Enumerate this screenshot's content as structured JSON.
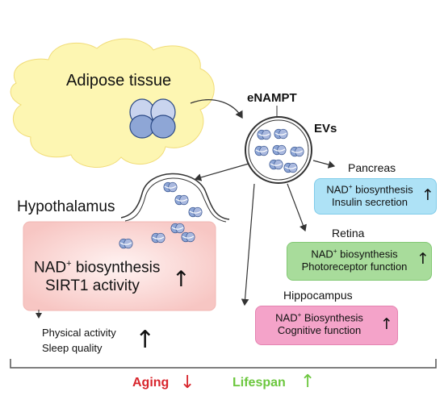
{
  "adipose": {
    "label": "Adipose tissue"
  },
  "enampt": {
    "label": "eNAMPT"
  },
  "evs": {
    "label": "EVs"
  },
  "hypothalamus": {
    "label": "Hypothalamus",
    "line1": "NAD",
    "line1_sup": "+",
    "line1_rest": " biosynthesis",
    "line2": "SIRT1 activity"
  },
  "downstream": {
    "line1": "Physical activity",
    "line2": "Sleep quality"
  },
  "pancreas": {
    "label": "Pancreas",
    "line1": "NAD",
    "line1_sup": "+",
    "line1_rest": " biosynthesis",
    "line2": "Insulin secretion"
  },
  "retina": {
    "label": "Retina",
    "line1": "NAD",
    "line1_sup": "+",
    "line1_rest": " biosynthesis",
    "line2": "Photoreceptor function"
  },
  "hippocampus": {
    "label": "Hippocampus",
    "line1": "NAD",
    "line1_sup": "+",
    "line1_rest": " Biosynthesis",
    "line2": "Cognitive function"
  },
  "bottom": {
    "aging": "Aging",
    "lifespan": "Lifespan"
  },
  "symbols": {
    "up_arrow": "↑",
    "down_arrow": "↓"
  },
  "colors": {
    "adipose_fill": "#fdf6b2",
    "hypothalamus_box": "#fbd9d7",
    "pancreas_box": "#aee2f6",
    "retina_box": "#a8dc9b",
    "hippocampus_box": "#f4a3c9",
    "protein_fill": "#8ea6d6",
    "aging_color": "#d8262d",
    "lifespan_color": "#6cc73e"
  }
}
